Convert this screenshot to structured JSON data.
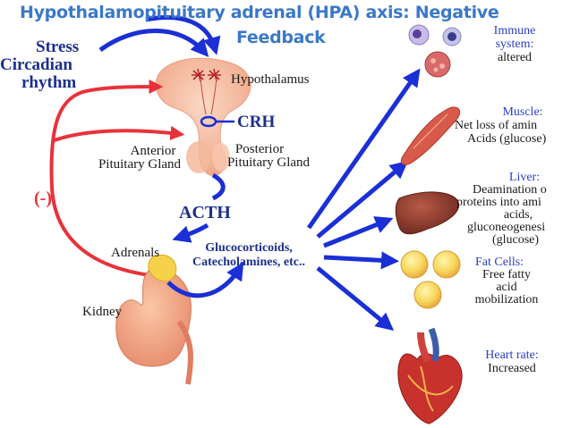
{
  "title": {
    "line1": "Hypothalamopituitary adrenal  (HPA) axis: Negative",
    "line2": "Feedback"
  },
  "inputs": {
    "stress": "Stress",
    "circadian": "Circadian",
    "rhythm": "rhythm"
  },
  "feedback_label": "(-)",
  "brain": {
    "hypothalamus": "Hypothalamus",
    "crh": "CRH",
    "anterior_line1": "Anterior",
    "anterior_line2": "Pituitary Gland",
    "posterior_line1": "Posterior",
    "posterior_line2": "Pituitary Gland",
    "acth": "ACTH"
  },
  "body": {
    "adrenals": "Adrenals",
    "kidney": "Kidney",
    "hormones_line1": "Glucocorticoids,",
    "hormones_line2": "Catecholamines, etc.."
  },
  "targets": {
    "immune": {
      "title_line1": "Immune",
      "title_line2": "system:",
      "effect_line1": "altered"
    },
    "muscle": {
      "title": "Muscle:",
      "effect_line1": "Net loss of amin",
      "effect_line2": "Acids (glucose)"
    },
    "liver": {
      "title": "Liver:",
      "effect_line1": "Deamination o",
      "effect_line2": "proteins into ami",
      "effect_line3": "acids,",
      "effect_line4": "gluconeogenesi",
      "effect_line5": "(glucose)"
    },
    "fat": {
      "title": "Fat Cells:",
      "effect_line1": "Free fatty",
      "effect_line2": "acid",
      "effect_line3": "mobilization"
    },
    "heart": {
      "title": "Heart rate:",
      "effect_line1": "Increased"
    }
  },
  "colors": {
    "arrow_blue": "#1a2fd6",
    "arrow_red": "#e8323a",
    "title_blue": "#3a78c9",
    "label_navy": "#1c2f8f",
    "target_blue": "#2a3fc4"
  }
}
